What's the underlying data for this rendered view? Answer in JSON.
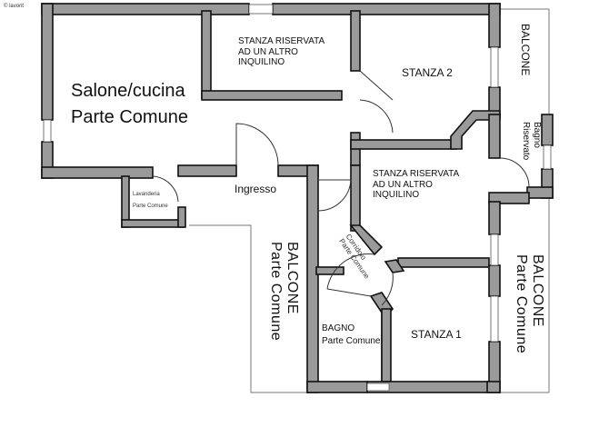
{
  "watermark": "© lavorit",
  "rooms": {
    "salone": [
      "Salone/cucina",
      "Parte Comune"
    ],
    "stanza_riservata_top": [
      "STANZA RISERVATA",
      "AD UN ALTRO",
      "INQUILINO"
    ],
    "stanza2": "STANZA 2",
    "balcone_right_top": "BALCONE",
    "bagno_riservato": [
      "Bagno",
      "Riservato"
    ],
    "stanza_riservata_mid": [
      "STANZA RISERVATA",
      "AD UN ALTRO",
      "INQUILINO"
    ],
    "lavanderia": [
      "Lavanderia",
      "Parte Comune"
    ],
    "ingresso": "Ingresso",
    "corridoio": [
      "Corridoio",
      "Parte Comune"
    ],
    "balcone_center": [
      "BALCONE",
      "Parte Comune"
    ],
    "balcone_right_bottom": [
      "BALCONE",
      "Parte Comune"
    ],
    "bagno": [
      "BAGNO",
      "Parte Comune"
    ],
    "stanza1": "STANZA 1"
  }
}
